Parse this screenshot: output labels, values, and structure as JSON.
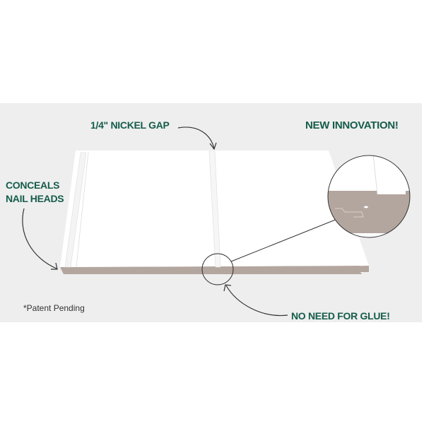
{
  "labels": {
    "nickel_gap": "1/4\" NICKEL GAP",
    "new_innovation": "NEW INNOVATION!",
    "conceals_line1": "CONCEALS",
    "conceals_line2": "NAIL HEADS",
    "no_glue": "NO NEED FOR GLUE!",
    "patent": "*Patent Pending"
  },
  "colors": {
    "background": "#eeeeee",
    "label_green": "#155c4b",
    "panel": "#ffffff",
    "panel_edge": "#b3a69e",
    "line": "#333333"
  }
}
